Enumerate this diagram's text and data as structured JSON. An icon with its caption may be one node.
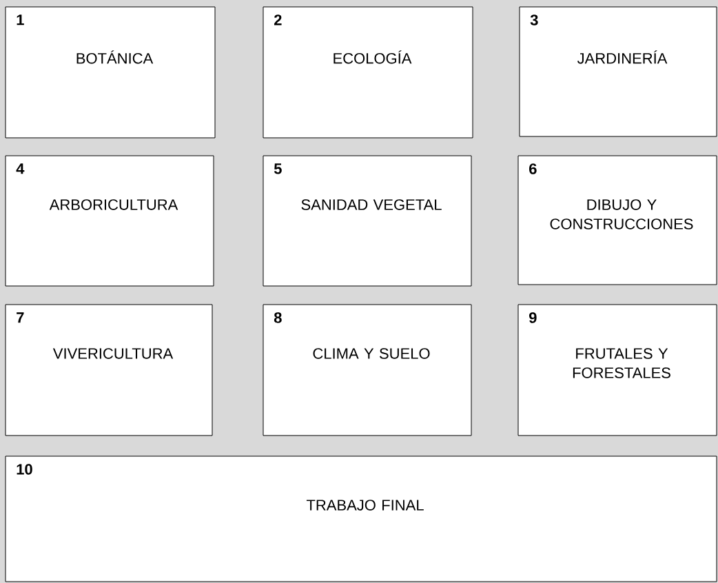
{
  "diagram": {
    "nodes": [
      {
        "text": [
          "1",
          "BOTÁNICA"
        ]
      },
      {
        "text": [
          "2",
          "ECOLOGÍA"
        ]
      },
      {
        "text": [
          "3",
          "JARDINERÍA"
        ]
      },
      {
        "text": [
          "4",
          "ARBORICULTURA"
        ]
      },
      {
        "text": [
          "5",
          "SANIDAD VEGETAL"
        ]
      },
      {
        "text": [
          "6",
          "DIBUJO Y CONSTRUCCIONES"
        ]
      },
      {
        "text": [
          "7",
          "VIVERICULTURA"
        ]
      },
      {
        "text": [
          "8",
          "CLIMA Y SUELO"
        ]
      },
      {
        "text": [
          "9",
          "FRUTALES Y FORESTALES"
        ]
      },
      {
        "text": [
          "10",
          "TRABAJO FINAL"
        ]
      }
    ]
  }
}
